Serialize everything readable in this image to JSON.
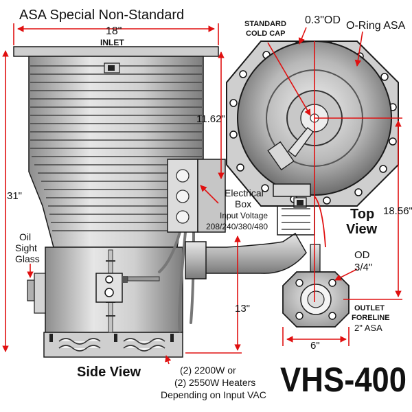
{
  "title": {
    "header": "ASA Special Non-Standard",
    "model": "VHS-400"
  },
  "dimensions": {
    "width_18": "18\"",
    "height_31": "31\"",
    "height_11_62": "11.62\"",
    "height_13": "13\"",
    "height_18_56": "18.56\"",
    "outlet_6": "6\""
  },
  "labels": {
    "inlet": "INLET",
    "standard_cold_cap_1": "STANDARD",
    "standard_cold_cap_2": "COLD CAP",
    "od_03": "0.3\"OD",
    "oring": "O-Ring ASA",
    "electrical_1": "Electrical",
    "electrical_2": "Box",
    "input_voltage": "Input Voltage",
    "voltages": "208/240/380/480",
    "top_view_1": "Top",
    "top_view_2": "View",
    "oil_1": "Oil",
    "oil_2": "Sight",
    "oil_3": "Glass",
    "od_34_1": "OD",
    "od_34_2": "3/4\"",
    "outlet_1": "OUTLET",
    "outlet_2": "FORELINE",
    "outlet_3": "2\" ASA",
    "side_view": "Side View",
    "heaters_1": "(2) 2200W or",
    "heaters_2": "(2) 2550W Heaters",
    "heaters_3": "Depending on Input VAC"
  },
  "colors": {
    "dimension_red": "#e01010",
    "outline": "#1a1a1a",
    "metal_light": "#d4d4d4",
    "metal_mid": "#9a9a9a",
    "metal_dark": "#555555"
  }
}
